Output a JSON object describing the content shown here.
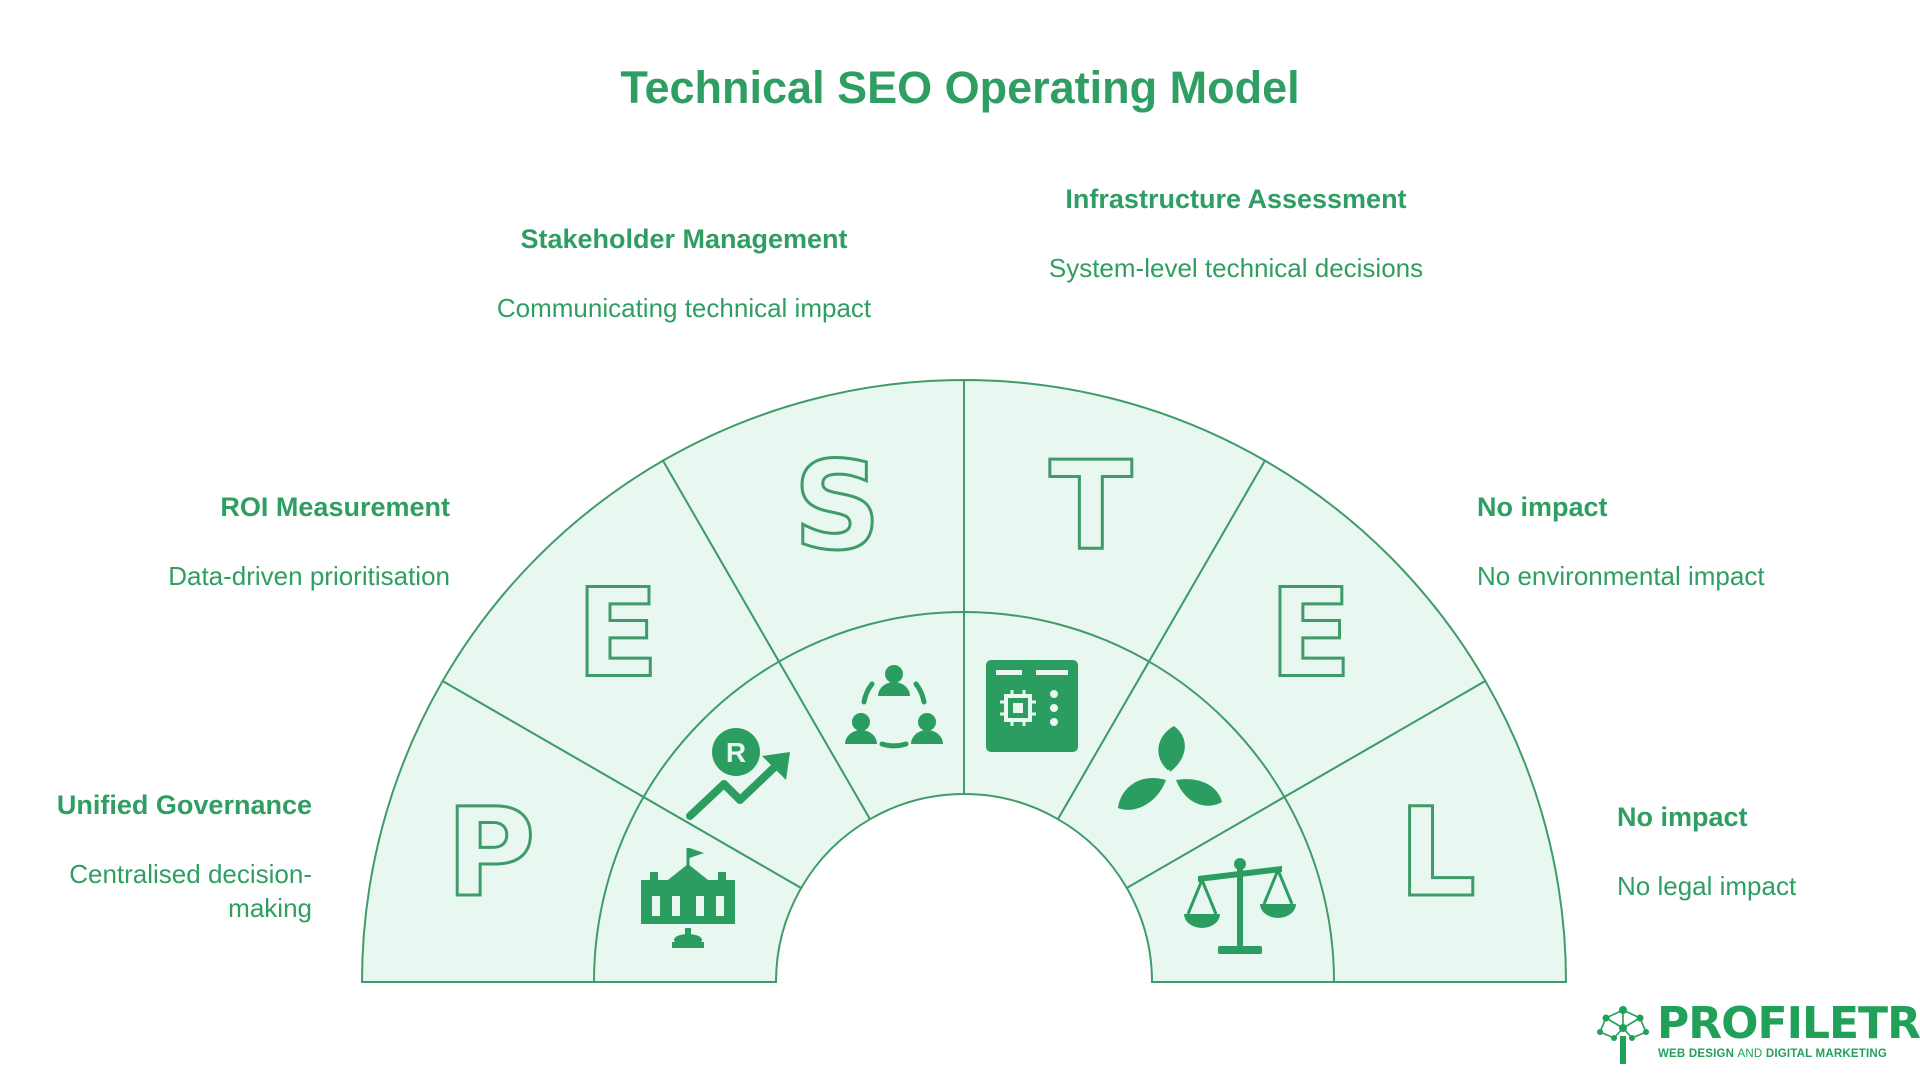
{
  "title": "Technical SEO Operating Model",
  "segments": [
    {
      "letter": "P",
      "heading": "Unified Governance",
      "description": "Centralised decision-making",
      "icon": "government-building-icon"
    },
    {
      "letter": "E",
      "heading": "ROI Measurement",
      "description": "Data-driven prioritisation",
      "icon": "currency-growth-icon"
    },
    {
      "letter": "S",
      "heading": "Stakeholder Management",
      "description": "Communicating technical impact",
      "icon": "people-network-icon"
    },
    {
      "letter": "T",
      "heading": "Infrastructure Assessment",
      "description": "System-level technical decisions",
      "icon": "chip-panel-icon"
    },
    {
      "letter": "E",
      "heading": "No impact",
      "description": "No environmental impact",
      "icon": "leaves-icon"
    },
    {
      "letter": "L",
      "heading": "No impact",
      "description": "No legal impact",
      "icon": "scales-icon"
    }
  ],
  "logo": {
    "brand": "PROFILETREE",
    "tagline_a": "WEB DESIGN",
    "tagline_b": "AND",
    "tagline_c": "DIGITAL MARKETING"
  },
  "colors": {
    "accent": "#2f9e62",
    "fill": "#e8f8f0",
    "stroke": "#3f9c6a",
    "icon": "#2b9d60"
  }
}
